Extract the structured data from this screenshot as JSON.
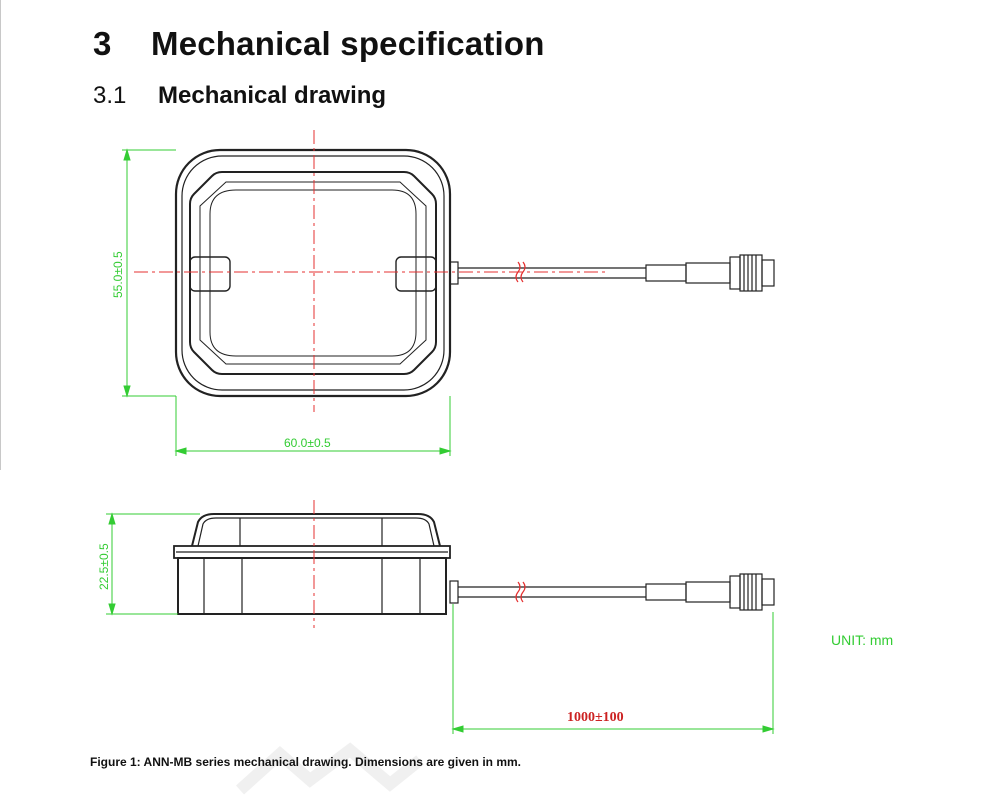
{
  "section": {
    "number": "3",
    "title": "Mechanical specification"
  },
  "subsection": {
    "number": "3.1",
    "title": "Mechanical drawing"
  },
  "dimensions": {
    "height": "55.0±0.5",
    "width": "60.0±0.5",
    "thickness": "22.5±0.5",
    "cable_length": "1000±100"
  },
  "unit_label": "UNIT: mm",
  "caption": "Figure 1: ANN-MB series mechanical drawing. Dimensions are given in mm.",
  "colors": {
    "dimension": "#33cc33",
    "centerline": "#e53030",
    "cable_dim": "#cc2222",
    "outline": "#222222"
  }
}
